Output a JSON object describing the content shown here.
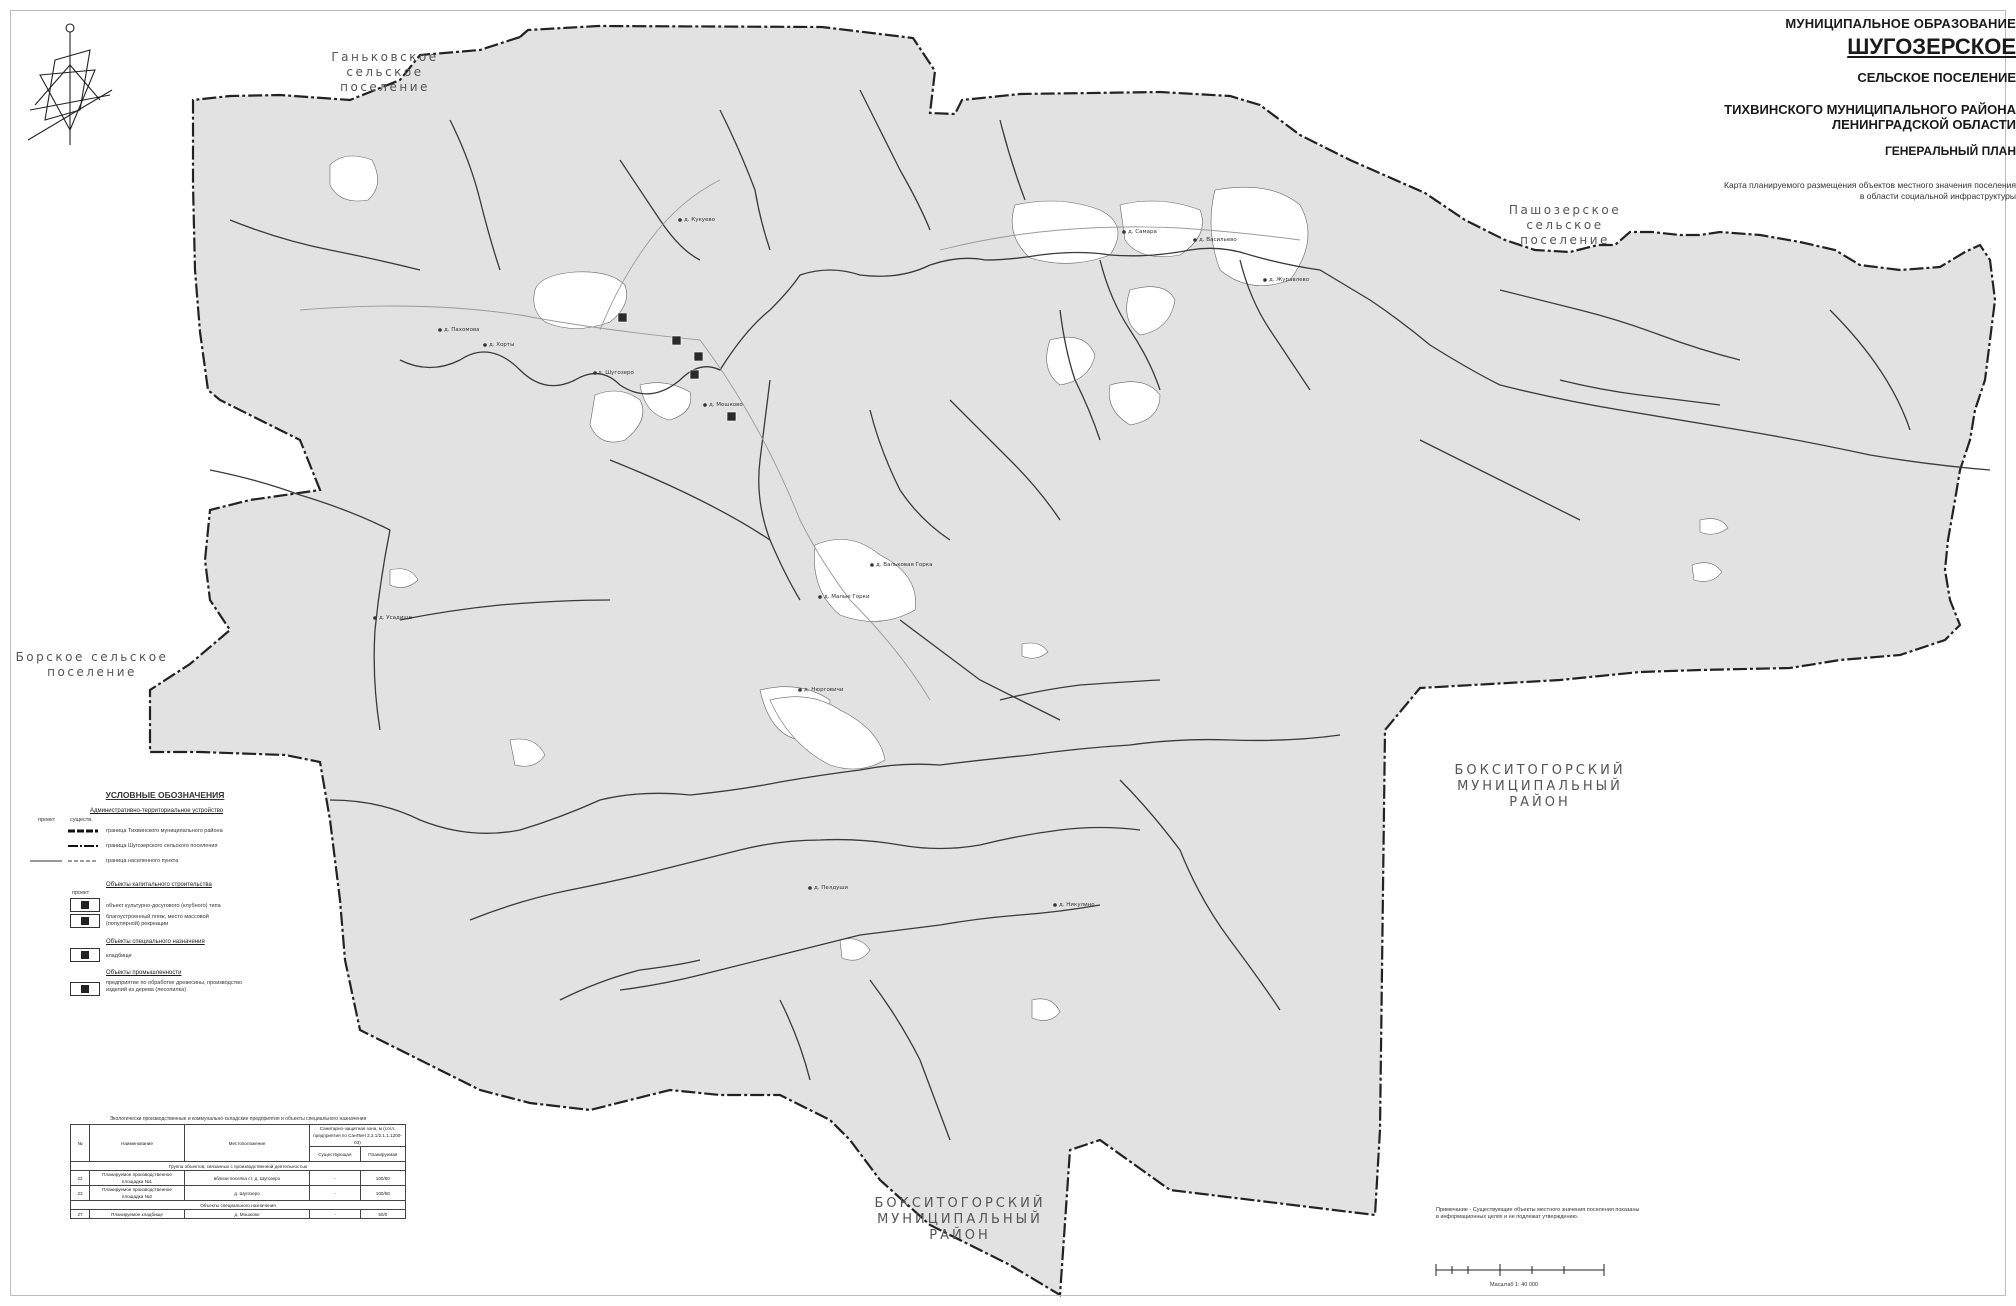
{
  "title": {
    "municipality": "МУНИЦИПАЛЬНОЕ ОБРАЗОВАНИЕ",
    "name": "ШУГОЗЕРСКОЕ",
    "type": "СЕЛЬСКОЕ ПОСЕЛЕНИЕ",
    "district": "ТИХВИНСКОГО МУНИЦИПАЛЬНОГО РАЙОНА",
    "region": "ЛЕНИНГРАДСКОЙ ОБЛАСТИ",
    "plan": "ГЕНЕРАЛЬНЫЙ ПЛАН",
    "subtitle_1": "Карта планируемого размещения объектов местного значения поселения",
    "subtitle_2": "в области социальной инфраструктуры"
  },
  "neighbors": {
    "gankovskoe_1": "Ганьковское сельское",
    "gankovskoe_2": "поселение",
    "pashozerskoe_1": "Пашозерское сельское",
    "pashozerskoe_2": "поселение",
    "borskoe_1": "Борское сельское",
    "borskoe_2": "поселение",
    "boksitogorsk_east_1": "БОКСИТОГОРСКИЙ",
    "boksitogorsk_east_2": "МУНИЦИПАЛЬНЫЙ РАЙОН",
    "boksitogorsk_south_1": "БОКСИТОГОРСКИЙ",
    "boksitogorsk_south_2": "МУНИЦИПАЛЬНЫЙ РАЙОН"
  },
  "villages": [
    "д. Шугозеро",
    "д. Пахомова",
    "д. Кукуево",
    "д. Хорты",
    "д. Самара",
    "д. Васильево",
    "д. Мошково",
    "д. Усадище",
    "д. Вальковая Горка",
    "д. Малые Горки",
    "д. Нюрговичи",
    "д. Пелдуши",
    "д. Никулино",
    "д. Журавлево"
  ],
  "legend": {
    "title": "УСЛОВНЫЕ ОБОЗНАЧЕНИЯ",
    "section_admin": "Административно-территориальное устройство",
    "col_plan": "проект",
    "col_exist": "существ.",
    "item_district_border": "граница Тихвинского муниципального района",
    "item_settlement_border": "граница Шугозерского сельского поселения",
    "item_locality_border": "граница населенного пункта",
    "section_capital": "Объекты капитального строительства",
    "col_plan_2": "проект",
    "item_culture": "объект культурно-досугового (клубного) типа",
    "item_beach_1": "благоустроенный пляж, место массовой",
    "item_beach_2": "(популярной) рекреации",
    "section_special": "Объекты специального назначения",
    "item_cemetery": "кладбище",
    "section_industry": "Объекты промышленности",
    "item_wood_1": "предприятие по обработке древесины, производство",
    "item_wood_2": "изделий из дерева (лесопилка)"
  },
  "table": {
    "caption": "Экологически производственные и коммунально-складские предприятия и объекты специального назначения",
    "headers": [
      "№",
      "Наименование",
      "Местоположение",
      "Санитарно-защитная зона, м (согл. предприятия по СанПиН 2.2.1/2.1.1.1200-03)",
      "Существующая",
      "Планируемая"
    ],
    "section_1": "Группа объектов, связанных с производственной деятельностью",
    "section_2": "Объекты специального назначения",
    "rows": [
      [
        "22",
        "Планируемое производственное площадка №1",
        "вблизи поселка ст. д. Шугозеро",
        "-",
        "100/50"
      ],
      [
        "23",
        "Планируемое производственное площадка №2",
        "д. Шугозеро",
        "-",
        "100/50"
      ],
      [
        "27",
        "Планируемое кладбище",
        "д. Мошково",
        "-",
        "50/0"
      ]
    ]
  },
  "note": {
    "line_1": "Примечание - Существующие объекты местного значения поселения показаны",
    "line_2": "в информационных целях и не подлежат утверждению."
  },
  "scale": {
    "label": "Масштаб 1: 40 000"
  },
  "colors": {
    "territory_fill": "#e2e2e2",
    "outside_fill": "#ffffff",
    "water": "#ffffff",
    "rivers": "#3a3a3a",
    "border": "#222222",
    "object_marker": "#2a2a2a"
  }
}
